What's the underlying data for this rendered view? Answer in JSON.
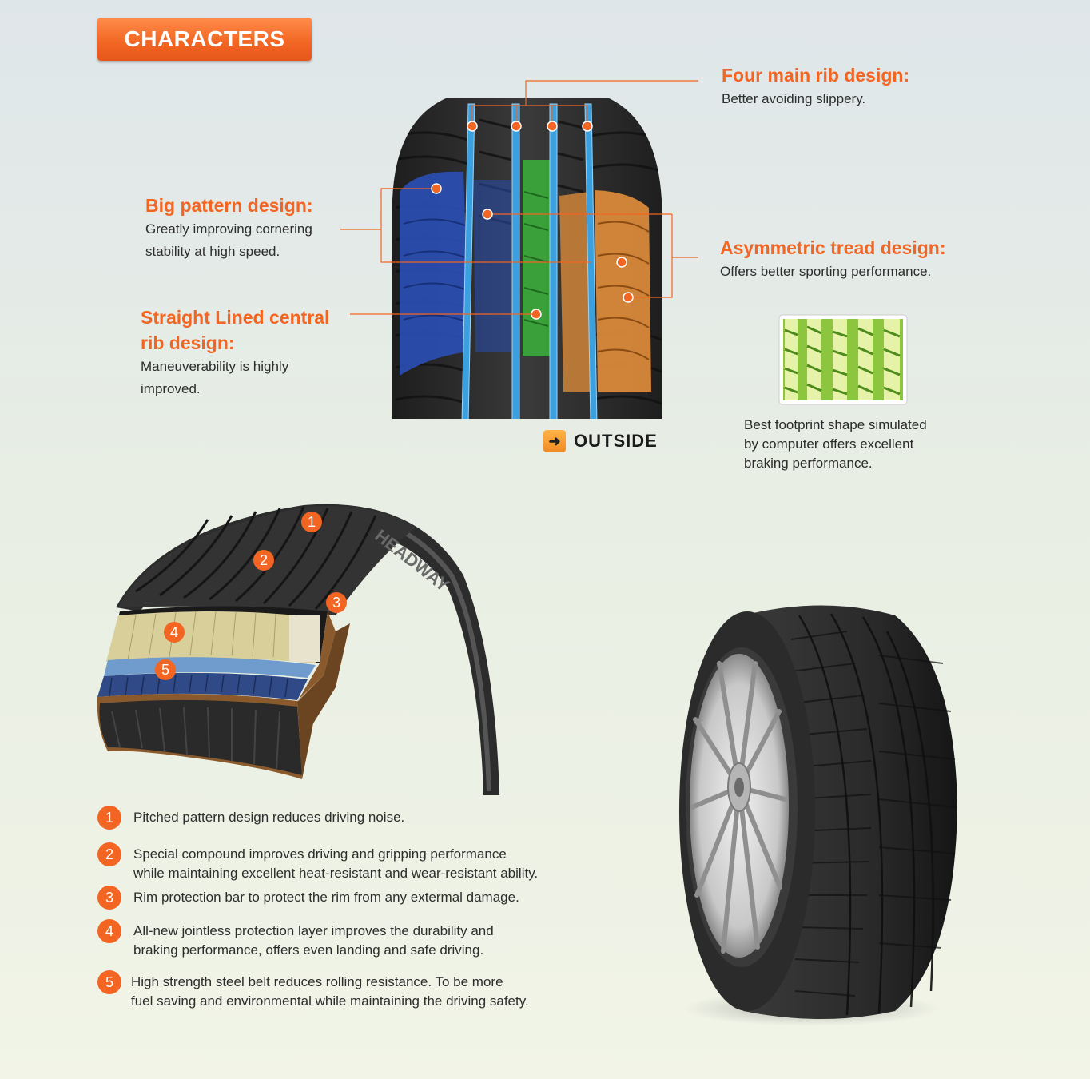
{
  "badge": {
    "label": "CHARACTERS"
  },
  "features": {
    "four_rib": {
      "title": "Four main rib design:",
      "text": "Better avoiding slippery."
    },
    "big_pattern": {
      "title": "Big pattern design:",
      "text1": "Greatly improving cornering",
      "text2": "stability at high speed."
    },
    "straight_rib": {
      "title1": "Straight Lined central",
      "title2": "rib design:",
      "text1": "Maneuverability is highly",
      "text2": "improved."
    },
    "asymmetric": {
      "title": "Asymmetric tread design:",
      "text": "Offers better sporting performance."
    },
    "footprint": {
      "text1": "Best footprint shape simulated",
      "text2": "by computer offers excellent",
      "text3": "braking performance."
    }
  },
  "outside_label": "OUTSIDE",
  "cutaway": {
    "brand": "HEADWAY",
    "markers": [
      "1",
      "2",
      "3",
      "4",
      "5"
    ]
  },
  "list": [
    {
      "num": "1",
      "line1": "Pitched pattern design reduces driving noise.",
      "line2": ""
    },
    {
      "num": "2",
      "line1": "Special compound improves driving and gripping performance",
      "line2": "while maintaining excellent heat-resistant and wear-resistant ability."
    },
    {
      "num": "3",
      "line1": "Rim protection bar to protect the rim from any extermal damage.",
      "line2": ""
    },
    {
      "num": "4",
      "line1": "All-new jointless protection layer improves the durability and",
      "line2": "braking performance, offers even landing and safe driving."
    },
    {
      "num": "5",
      "line1": "High strength steel belt reduces rolling resistance.  To be more",
      "line2": "fuel saving and environmental while maintaining the driving safety."
    }
  ],
  "colors": {
    "accent": "#f26522",
    "groove_blue": "#3aa0e0",
    "block_blue": "#2a4fb5",
    "block_green": "#3aa53a",
    "block_orange": "#d8893a"
  },
  "icons": {
    "outside": "arrow-right-icon"
  }
}
